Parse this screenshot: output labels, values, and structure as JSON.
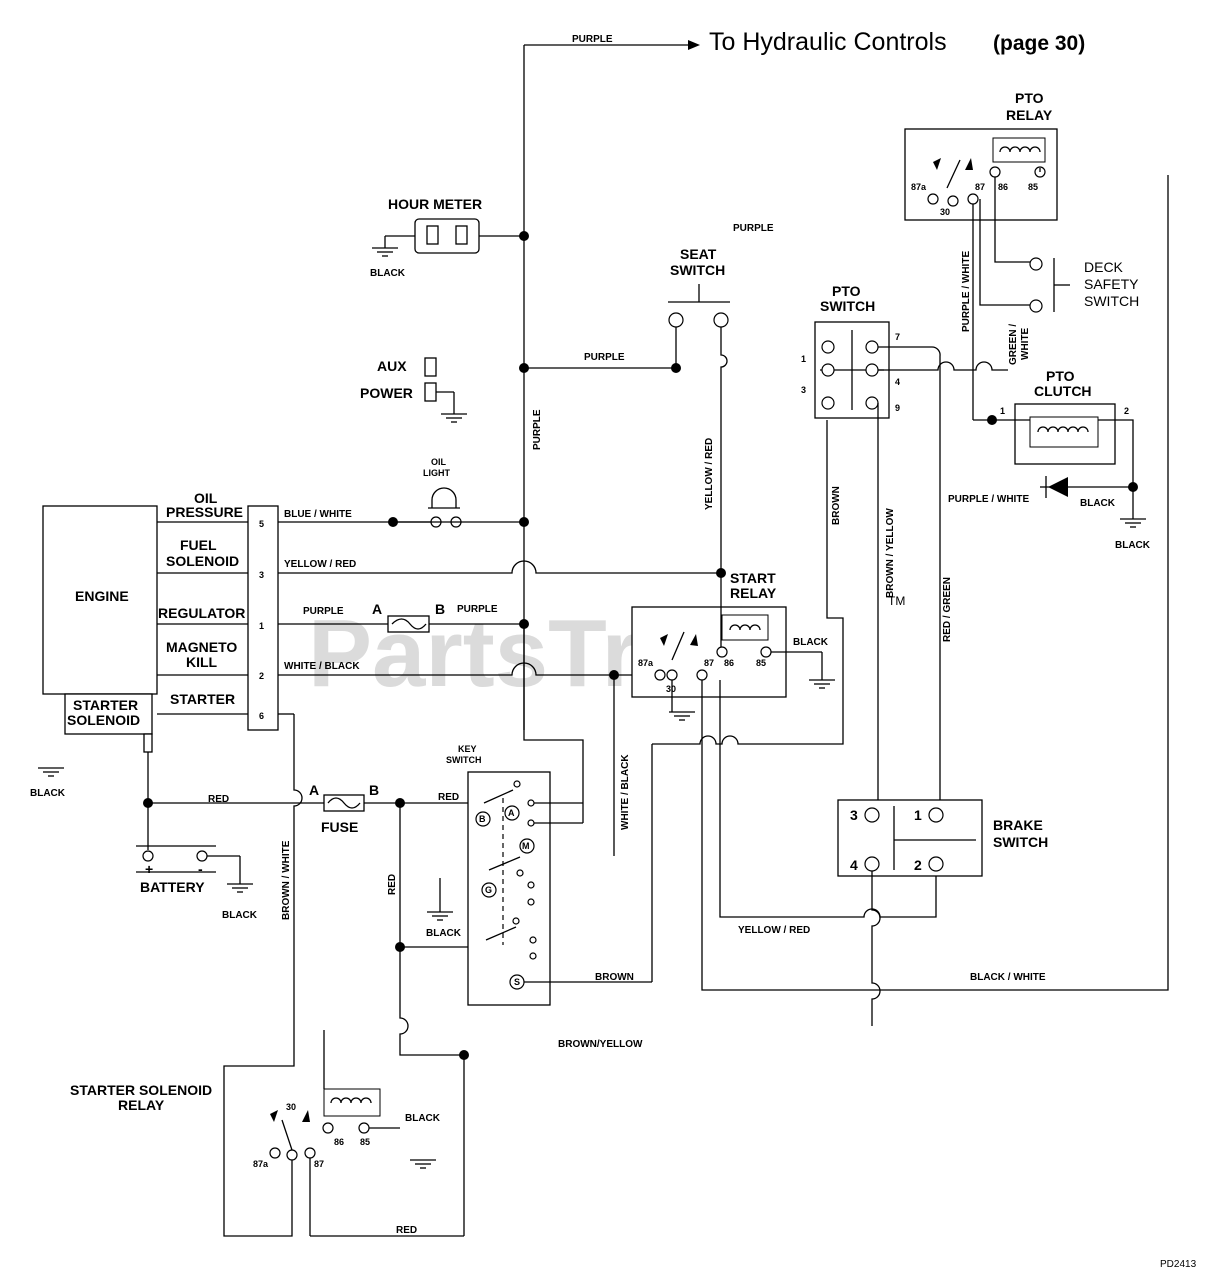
{
  "header": {
    "title": "To Hydraulic Controls",
    "page_ref": "(page 30)"
  },
  "components": {
    "hour_meter": "HOUR METER",
    "aux": "AUX",
    "power": "POWER",
    "oil_light": [
      "OIL",
      "LIGHT"
    ],
    "engine": "ENGINE",
    "oil_pressure": [
      "OIL",
      "PRESSURE"
    ],
    "fuel_solenoid": [
      "FUEL",
      "SOLENOID"
    ],
    "regulator": "REGULATOR",
    "magneto_kill": [
      "MAGNETO",
      "KILL"
    ],
    "starter": "STARTER",
    "starter_solenoid": [
      "STARTER",
      "SOLENOID"
    ],
    "battery": "BATTERY",
    "fuse": "FUSE",
    "key_switch": [
      "KEY",
      "SWITCH"
    ],
    "seat_switch": [
      "SEAT",
      "SWITCH"
    ],
    "start_relay": [
      "START",
      "RELAY"
    ],
    "pto_switch": [
      "PTO",
      "SWITCH"
    ],
    "pto_relay": [
      "PTO",
      "RELAY"
    ],
    "deck_safety_switch": [
      "DECK",
      "SAFETY",
      "SWITCH"
    ],
    "pto_clutch": [
      "PTO",
      "CLUTCH"
    ],
    "brake_switch": [
      "BRAKE",
      "SWITCH"
    ],
    "starter_solenoid_relay": [
      "STARTER SOLENOID",
      "RELAY"
    ]
  },
  "wires": {
    "purple": "PURPLE",
    "black": "BLACK",
    "red": "RED",
    "blue_white": "BLUE / WHITE",
    "yellow_red": "YELLOW / RED",
    "white_black": "WHITE / BLACK",
    "brown_white": "BROWN / WHITE",
    "brown": "BROWN",
    "brown_yellow": "BROWN / YELLOW",
    "brown_yellow_slash": "BROWN/YELLOW",
    "red_green": "RED / GREEN",
    "purple_white": "PURPLE / WHITE",
    "green_white": [
      "GREEN /",
      "WHITE"
    ],
    "black_white": "BLACK / WHITE"
  },
  "pins": {
    "connector": [
      "5",
      "3",
      "1",
      "2",
      "6"
    ],
    "fuse": [
      "A",
      "B"
    ],
    "regulator_fuse": [
      "A",
      "B"
    ],
    "battery": [
      "+",
      "-"
    ],
    "relay": [
      "87a",
      "30",
      "87",
      "86",
      "85"
    ],
    "pto_switch": [
      "1",
      "3",
      "7",
      "4",
      "9"
    ],
    "pto_clutch": [
      "1",
      "2"
    ],
    "brake_switch": [
      "3",
      "1",
      "4",
      "2"
    ],
    "key_positions": [
      "B",
      "A",
      "M",
      "G",
      "S"
    ]
  },
  "watermark": "PartsTree",
  "watermark_tm": "TM",
  "footer": {
    "code": "PD2413"
  }
}
